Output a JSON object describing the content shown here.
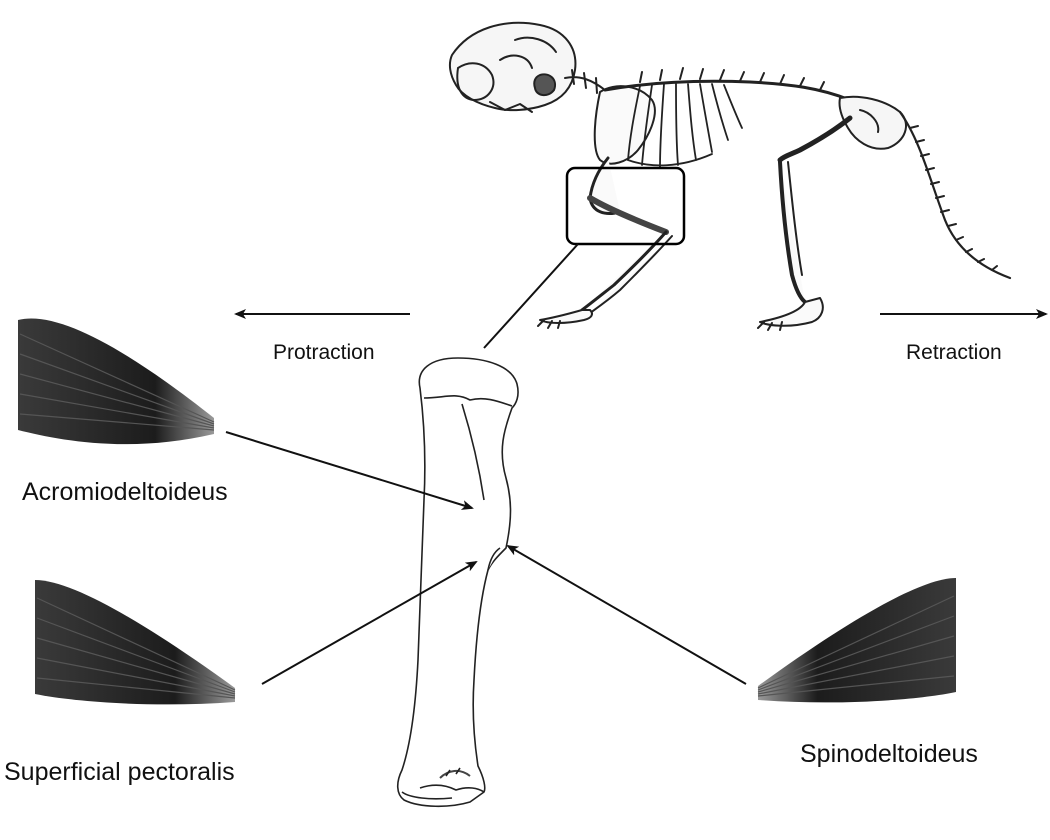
{
  "labels": {
    "protraction": "Protraction",
    "retraction": "Retraction",
    "acromiodeltoideus": "Acromiodeltoideus",
    "superficial_pectoralis": "Superficial pectoralis",
    "spinodeltoideus": "Spinodeltoideus"
  },
  "icons": {
    "skeleton": "cat-skeleton-drawing",
    "humerus": "humerus-bone-drawing",
    "muscle": "muscle-fiber-fan"
  },
  "colors": {
    "line": "#111111",
    "muscle": "#2a2a2a",
    "background": "#ffffff"
  }
}
